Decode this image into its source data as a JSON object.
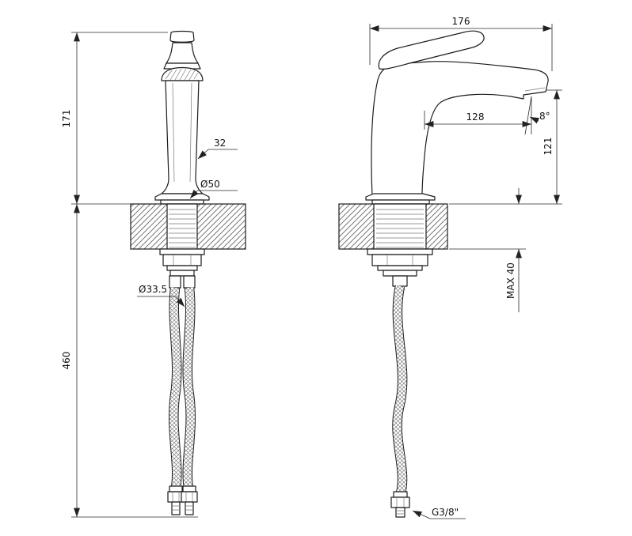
{
  "drawing": {
    "dimensions": {
      "height": "171",
      "hose_length": "460",
      "nut_diameter": "Ø33.5",
      "base_diameter": "Ø50",
      "body_width": "32",
      "depth": "176",
      "reach": "128",
      "angle": "8°",
      "outlet_height": "121",
      "max_thickness": "MAX 40",
      "thread": "G3/8\""
    }
  }
}
